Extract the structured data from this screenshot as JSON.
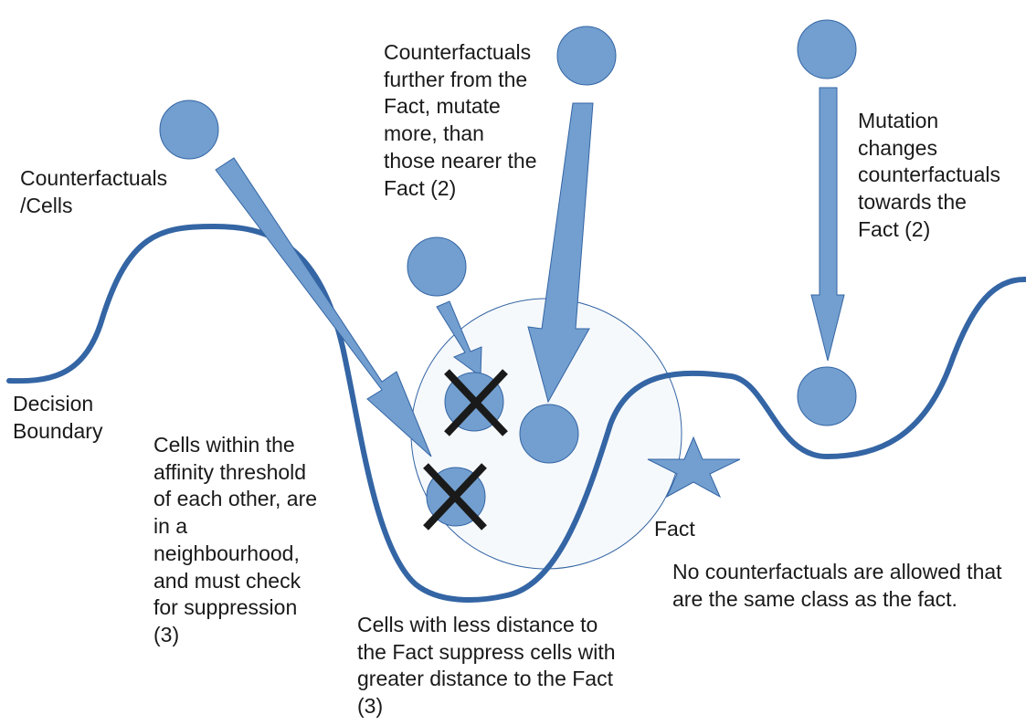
{
  "labels": {
    "counterfactuals_cells": "Counterfactuals\n/Cells",
    "further_from_fact": "Counterfactuals\nfurther from the\nFact, mutate\nmore, than\nthose nearer the\nFact (2)",
    "mutation_changes": "Mutation\nchanges\ncounterfactuals\ntowards the\nFact (2)",
    "decision_boundary": "Decision\nBoundary",
    "affinity_threshold": "Cells within the\naffinity threshold\nof each other, are\nin a\nneighbourhood,\nand must check\nfor suppression\n(3)",
    "suppression": "Cells with less distance to\nthe Fact suppress cells with\ngreater distance to the Fact\n(3)",
    "fact": "Fact",
    "no_same_class": "No counterfactuals are allowed that\nare the same class as the fact."
  },
  "colors": {
    "cell_fill": "#729fcf",
    "cell_stroke": "#3465a4",
    "boundary": "#3465a4",
    "neighbourhood_fill": "#f6f9fc",
    "suppressed_mark": "#1a1a1a"
  },
  "icons": {
    "fact": "star-icon",
    "suppressed": "cross-icon"
  }
}
